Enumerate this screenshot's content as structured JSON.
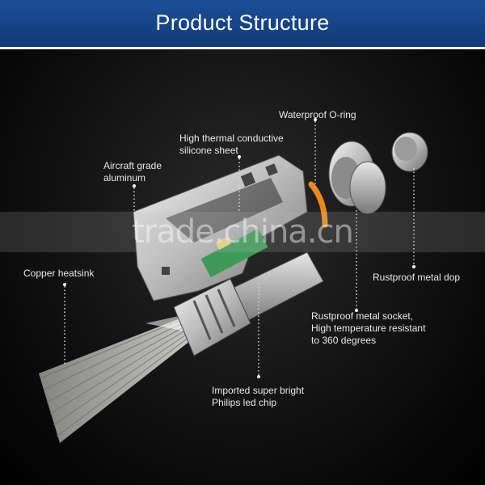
{
  "header": {
    "title": "Product Structure"
  },
  "labels": {
    "waterproof_oring": "Waterproof O-ring",
    "thermal_sheet_line1": "High thermal conductive",
    "thermal_sheet_line2": "silicone sheet",
    "aluminum_line1": "Aircraft grade",
    "aluminum_line2": "aluminum",
    "copper_heatsink": "Copper heatsink",
    "metal_dop": "Rustproof metal dop",
    "socket_line1": "Rustproof metal socket,",
    "socket_line2": "High temperature resistant",
    "socket_line3": "to 360 degrees",
    "chip_line1": "Imported super bright",
    "chip_line2": "Philips led chip"
  },
  "watermark": "trade.china.cn",
  "colors": {
    "header_bg": "#1a4a8f",
    "accent_orange": "#e88a1a",
    "pcb_green": "#3f9a5a"
  }
}
